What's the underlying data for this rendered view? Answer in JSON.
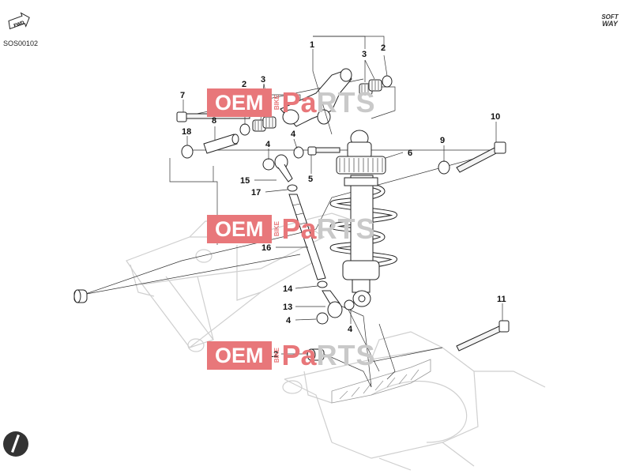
{
  "header": {
    "diagram_code": "SOS00102",
    "fwd_label": "FWD",
    "brand_line1": "SOFT",
    "brand_line2": "WAY"
  },
  "watermark": {
    "part1": "OEM",
    "small": "BIKE",
    "part2": "P",
    "part3": "a",
    "part4": "RTS"
  },
  "callouts": [
    {
      "id": "callout-1",
      "label": "1"
    },
    {
      "id": "callout-2a",
      "label": "2"
    },
    {
      "id": "callout-3a",
      "label": "3"
    },
    {
      "id": "callout-3b",
      "label": "3"
    },
    {
      "id": "callout-2b",
      "label": "2"
    },
    {
      "id": "callout-7",
      "label": "7"
    },
    {
      "id": "callout-8",
      "label": "8"
    },
    {
      "id": "callout-18",
      "label": "18"
    },
    {
      "id": "callout-4a",
      "label": "4"
    },
    {
      "id": "callout-4b",
      "label": "4"
    },
    {
      "id": "callout-5",
      "label": "5"
    },
    {
      "id": "callout-6",
      "label": "6"
    },
    {
      "id": "callout-9",
      "label": "9"
    },
    {
      "id": "callout-10",
      "label": "10"
    },
    {
      "id": "callout-15",
      "label": "15"
    },
    {
      "id": "callout-17",
      "label": "17"
    },
    {
      "id": "callout-16",
      "label": "16"
    },
    {
      "id": "callout-14",
      "label": "14"
    },
    {
      "id": "callout-13",
      "label": "13"
    },
    {
      "id": "callout-4c",
      "label": "4"
    },
    {
      "id": "callout-4d",
      "label": "4"
    },
    {
      "id": "callout-11",
      "label": "11"
    },
    {
      "id": "callout-12",
      "label": "12"
    }
  ]
}
